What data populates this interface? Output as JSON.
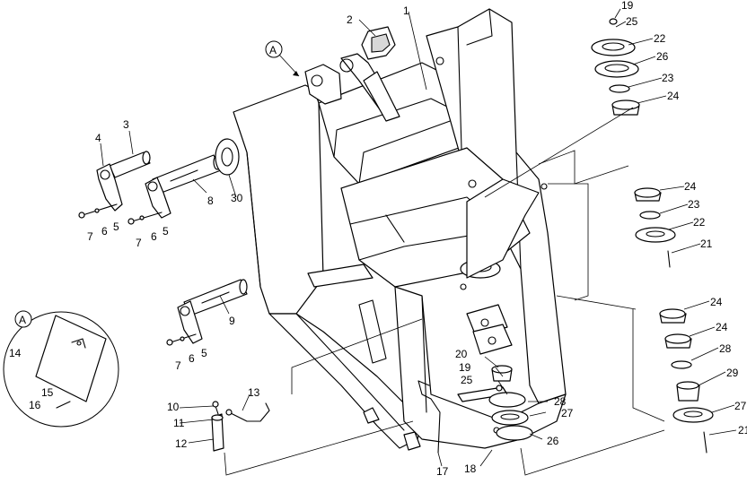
{
  "callouts": {
    "c1": "1",
    "c2": "2",
    "c3": "3",
    "c4": "4",
    "c5a": "5",
    "c5b": "5",
    "c5c": "5",
    "c6a": "6",
    "c6b": "6",
    "c6c": "6",
    "c7a": "7",
    "c7b": "7",
    "c7c": "7",
    "c8": "8",
    "c9": "9",
    "c10": "10",
    "c11": "11",
    "c12": "12",
    "c13": "13",
    "c14": "14",
    "c15": "15",
    "c16": "16",
    "c17": "17",
    "c18": "18",
    "c19a": "19",
    "c19b": "19",
    "c20": "20",
    "c21a": "21",
    "c21b": "21",
    "c22a": "22",
    "c22b": "22",
    "c23a": "23",
    "c23b": "23",
    "c24a": "24",
    "c24b": "24",
    "c24c": "24",
    "c24d": "24",
    "c25a": "25",
    "c25b": "25",
    "c26a": "26",
    "c26b": "26",
    "c27a": "27",
    "c27b": "27",
    "c28a": "28",
    "c28b": "28",
    "c29": "29",
    "c30": "30"
  },
  "detail_marker": "A",
  "detail_inset_marker": "A"
}
